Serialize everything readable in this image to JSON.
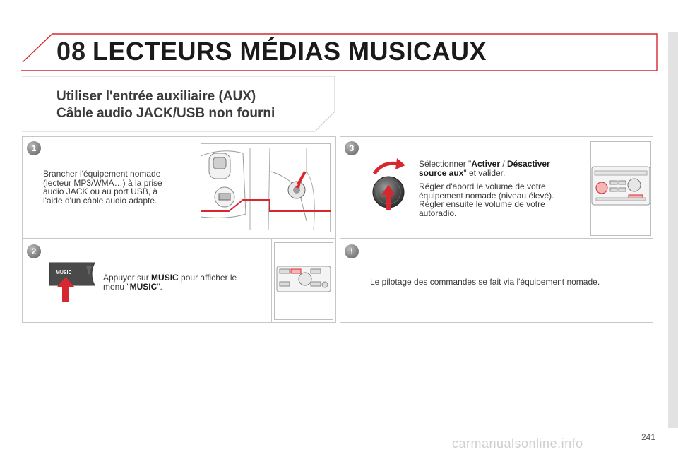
{
  "header": {
    "chapter_number": "08",
    "chapter_title": "LECTEURS MÉDIAS MUSICAUX"
  },
  "section": {
    "title_line1": "Utiliser l'entrée auxiliaire (AUX)",
    "title_line2": "Câble audio JACK/USB non fourni"
  },
  "steps": [
    {
      "badge": "1",
      "lines": [
        "Brancher l'équipement nomade",
        "(lecteur MP3/WMA…) à la prise",
        "audio JACK ou au port USB, à",
        "l'aide d'un câble audio adapté."
      ]
    },
    {
      "badge": "2",
      "text_a": "Appuyer sur ",
      "bold_a": "MUSIC",
      "text_b": " pour afficher le",
      "text_c": "menu \"",
      "bold_b": "MUSIC",
      "text_d": "\".",
      "key_label": "MUSIC"
    },
    {
      "badge": "3",
      "text_a": "Sélectionner \"",
      "bold_a": "Activer",
      "text_b": " / ",
      "bold_b": "Désactiver",
      "bold_c": "source aux",
      "text_c": "\" et valider.",
      "para2": [
        "Régler d'abord le volume de votre",
        "équipement nomade (niveau élevé).",
        "Régler ensuite le volume de votre",
        "autoradio."
      ]
    },
    {
      "badge": "!",
      "text": "Le pilotage des commandes se fait via l'équipement nomade."
    }
  ],
  "page_number": "241",
  "watermark": "carmanualsonline.info",
  "colors": {
    "accent_red": "#d7282f",
    "badge_grey": "#8a8a8a",
    "border_grey": "#c8c8c8"
  }
}
